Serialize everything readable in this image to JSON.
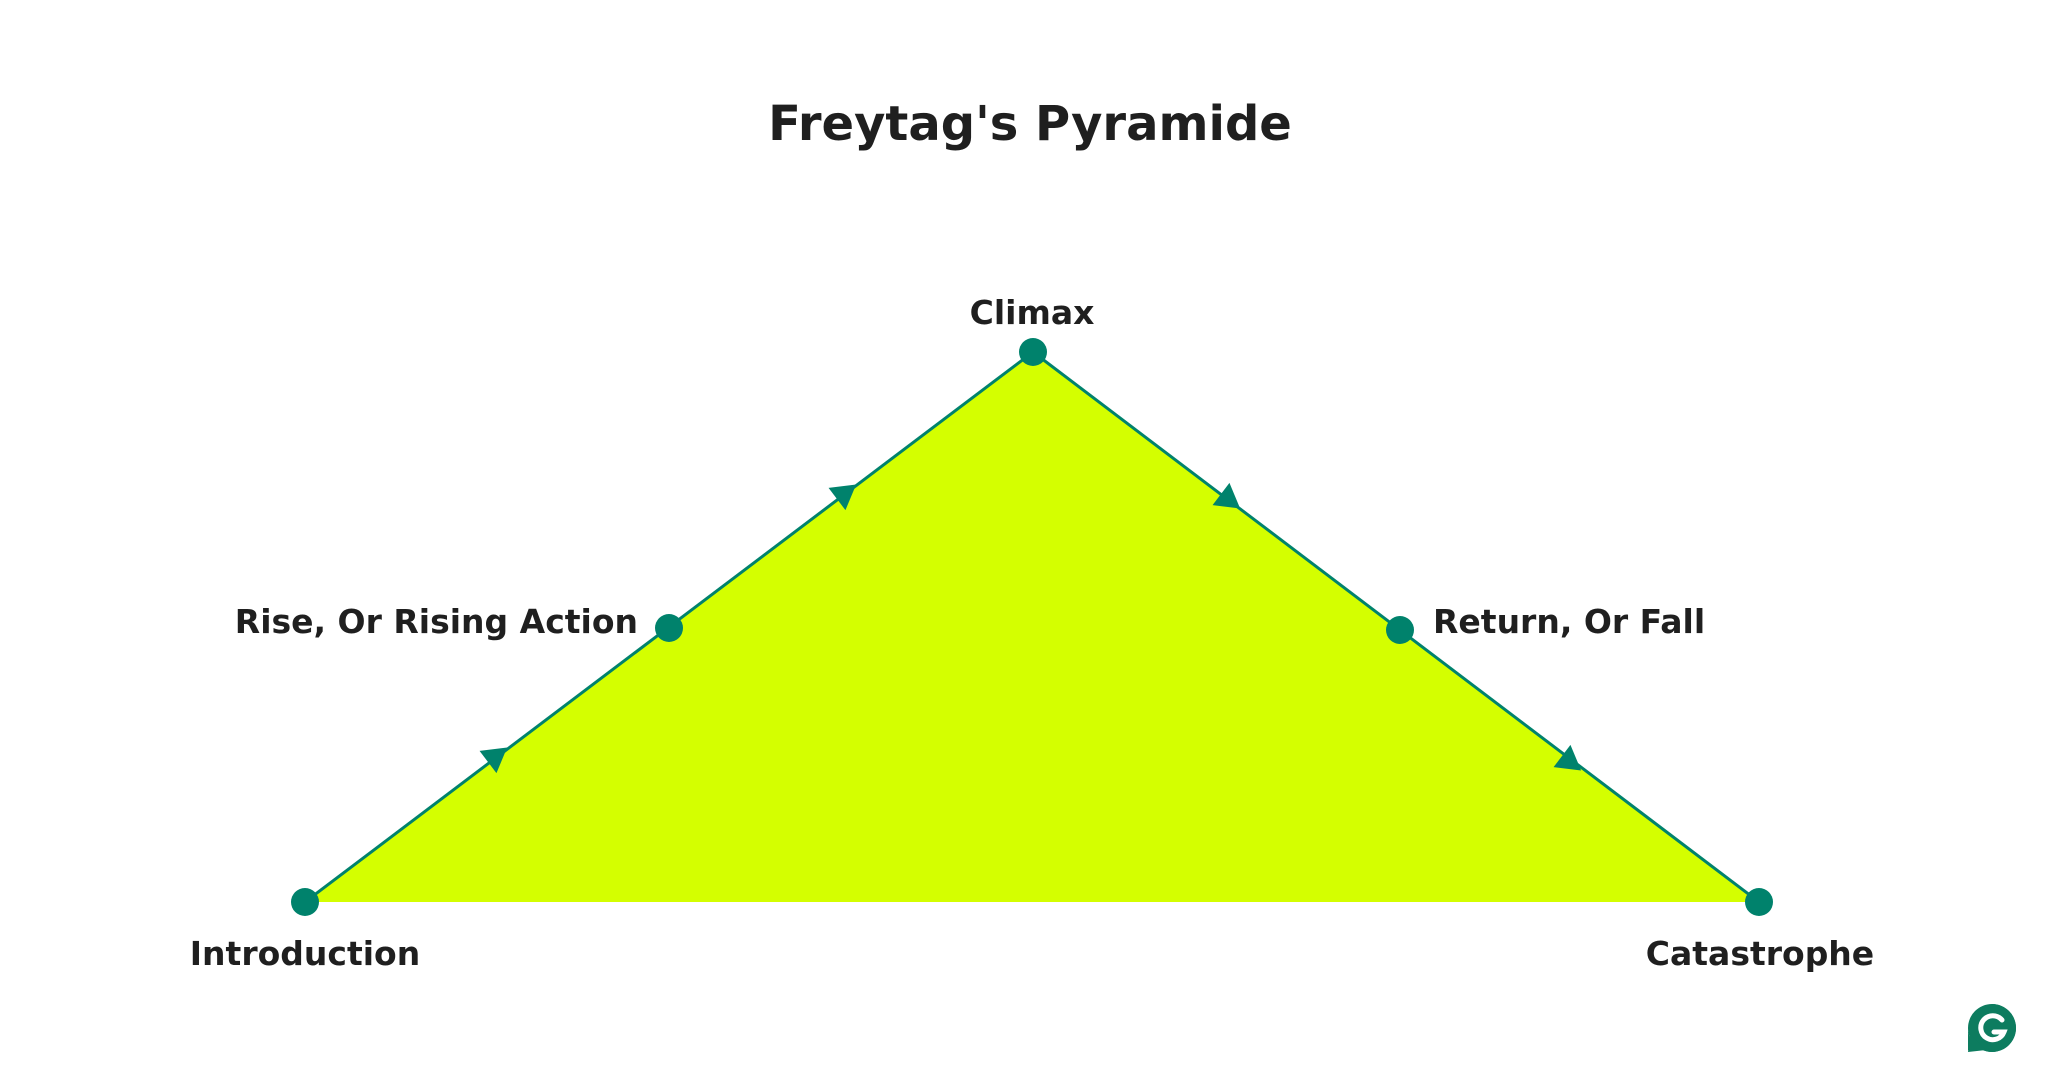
{
  "title": "Freytag's Pyramide",
  "stages": {
    "introduction": "Introduction",
    "rising_action": "Rise, Or Rising Action",
    "climax": "Climax",
    "falling_action": "Return, Or Fall",
    "catastrophe": "Catastrophe"
  },
  "colors": {
    "background": "#ffffff",
    "pyramid_fill": "#d4ff00",
    "line_and_nodes": "#00826c",
    "text": "#1f1f1f",
    "logo": "#0d7c5f"
  },
  "logo": {
    "icon": "grammarly-g-logo-icon"
  }
}
